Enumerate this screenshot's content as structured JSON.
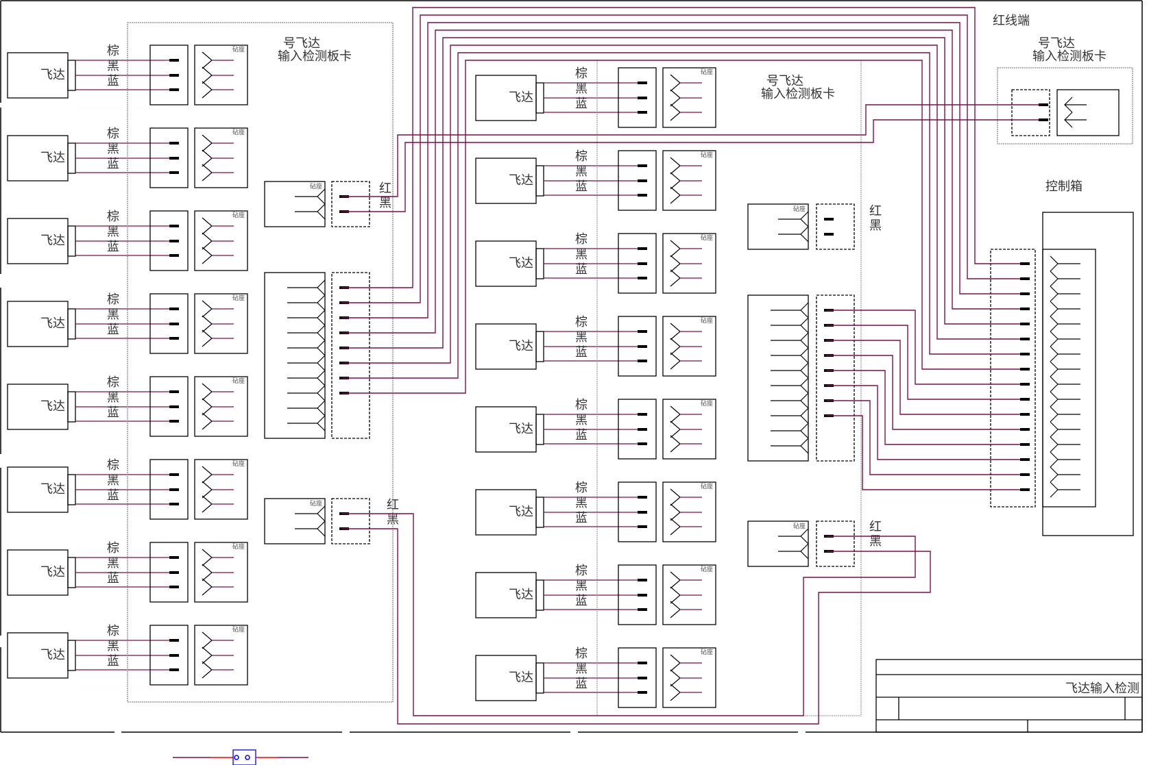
{
  "title_block": {
    "title": "飞达输入检测"
  },
  "labels": {
    "flyer": "飞达",
    "wire_brown": "棕",
    "wire_black": "黑",
    "wire_blue": "蓝",
    "socket": "砧座",
    "red": "红",
    "black": "黑",
    "card_title_line1": "号飞达",
    "card_title_line2": "输入检测板卡",
    "red_wire_end": "红线端",
    "control_box": "控制箱"
  },
  "groups": {
    "left_feeder_count": 8,
    "middle_feeder_count": 8,
    "wires_per_feeder": 3,
    "aggregate_connector_pins_used": 8,
    "aggregate_connector_pins_total": 10,
    "control_box_pins": 16
  },
  "colors": {
    "wire": "#7a0f4a",
    "line": "#000000",
    "frame_dotted": "#888888",
    "legend_red": "#ff0000",
    "legend_blue": "#0000ff"
  },
  "legend": {
    "symbol": "connector-plug"
  }
}
